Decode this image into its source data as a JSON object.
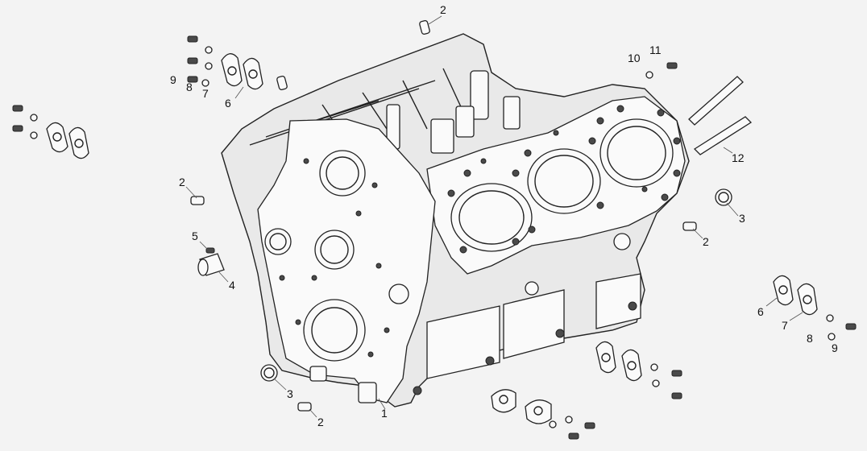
{
  "callouts": [
    {
      "id": "c1",
      "label": "1"
    },
    {
      "id": "c2a",
      "label": "2"
    },
    {
      "id": "c2b",
      "label": "2"
    },
    {
      "id": "c2c",
      "label": "2"
    },
    {
      "id": "c2d",
      "label": "2"
    },
    {
      "id": "c3a",
      "label": "3"
    },
    {
      "id": "c3b",
      "label": "3"
    },
    {
      "id": "c4",
      "label": "4"
    },
    {
      "id": "c5",
      "label": "5"
    },
    {
      "id": "c6a",
      "label": "6"
    },
    {
      "id": "c6b",
      "label": "6"
    },
    {
      "id": "c7a",
      "label": "7"
    },
    {
      "id": "c7b",
      "label": "7"
    },
    {
      "id": "c8a",
      "label": "8"
    },
    {
      "id": "c8b",
      "label": "8"
    },
    {
      "id": "c9a",
      "label": "9"
    },
    {
      "id": "c9b",
      "label": "9"
    },
    {
      "id": "c10",
      "label": "10"
    },
    {
      "id": "c11",
      "label": "11"
    },
    {
      "id": "c12",
      "label": "12"
    }
  ]
}
